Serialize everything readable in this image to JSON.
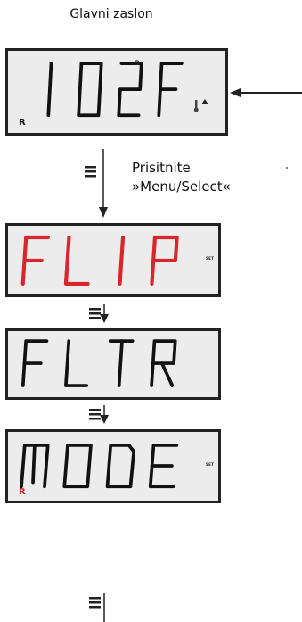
{
  "title": "Glavni zaslon",
  "hint": {
    "line1": "Prisitnite",
    "line2": "»Menu/Select«"
  },
  "screens": [
    {
      "text": "102F",
      "color": "#111111",
      "set": "",
      "r": "R",
      "r_color": "#111111",
      "thermo": true
    },
    {
      "text": "FLIP",
      "color": "#d9262c",
      "set": "SET",
      "r": ""
    },
    {
      "text": "FLTR",
      "color": "#111111",
      "set": "",
      "r": ""
    },
    {
      "text": "MODE",
      "color": "#111111",
      "set": "SET",
      "r": "R",
      "r_color": "#d9262c"
    }
  ],
  "colors": {
    "panel_bg": "#ececec",
    "border": "#222222",
    "red": "#d9262c"
  }
}
